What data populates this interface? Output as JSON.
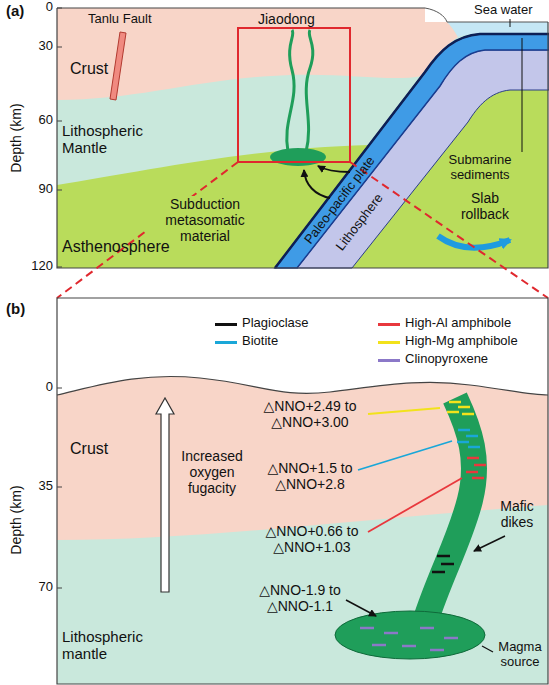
{
  "diagram": {
    "labels": [
      "(a)",
      "Depth (km)",
      "0",
      "30",
      "60",
      "90",
      "120",
      "Tanlu Fault",
      "Jiaodong",
      "Crust",
      "Sea water",
      "Lithospheric Mantle",
      "Submarine sediments",
      "Paleo-pacific plate",
      "Lithosphere",
      "Subduction metasomatic material",
      "Slab rollback",
      "Asthenosphere",
      "(b)",
      "Depth (km)",
      "0",
      "35",
      "70",
      "Crust",
      "△NNO+2.49 to △NNO+3.00",
      "△NNO+1.5 to △NNO+2.8",
      "Increased oxygen fugacity",
      "△NNO+0.66 to △NNO+1.03",
      "Mafic dikes",
      "△NNO-1.9 to △NNO-1.1",
      "Lithospheric mantle",
      "Magma source"
    ],
    "legend": [
      {
        "text": "Plagioclase",
        "color": "#111111"
      },
      {
        "text": "High-Al amphibole",
        "color": "#e8383d"
      },
      {
        "text": "Biotite",
        "color": "#1aa7d8"
      },
      {
        "text": "High-Mg amphibole",
        "color": "#f2e21b"
      },
      {
        "text": "Clinopyroxene",
        "color": "#8b78c8"
      }
    ]
  }
}
